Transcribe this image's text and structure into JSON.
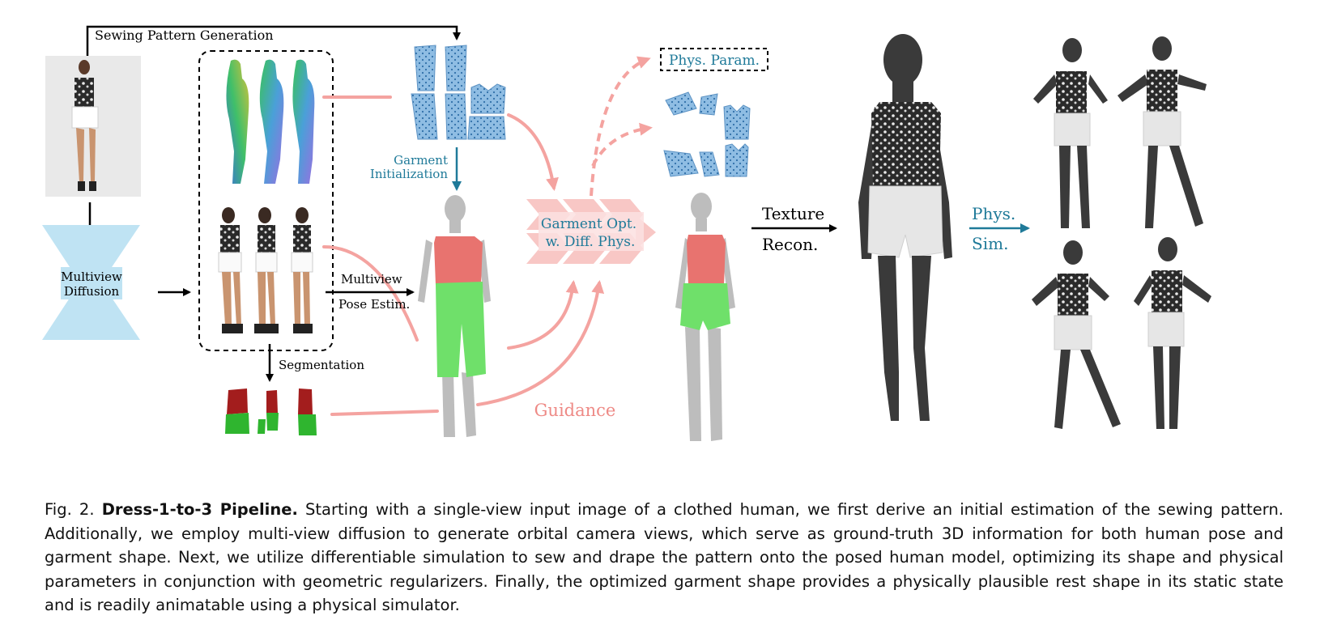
{
  "diagram": {
    "labels": {
      "sewing_pattern_generation": "Sewing Pattern Generation",
      "multiview_diffusion_line1": "Multiview",
      "multiview_diffusion_line2": "Diffusion",
      "garment_init_line1": "Garment",
      "garment_init_line2": "Initialization",
      "multiview_line1": "Multiview",
      "multiview_line2": "Pose Estim.",
      "segmentation": "Segmentation",
      "garment_opt_line1": "Garment Opt.",
      "garment_opt_line2": "w. Diff. Phys.",
      "guidance": "Guidance",
      "phys_param": "Phys. Param.",
      "texture_line1": "Texture",
      "texture_line2": "Recon.",
      "phys_sim_line1": "Phys.",
      "phys_sim_line2": "Sim."
    },
    "colors": {
      "accent_blue": "#1f7a99",
      "guidance_pink": "#f4a3a0",
      "diffusion_blue": "#bfe3f3",
      "pattern_blue": "#7fb1dc",
      "shirt_red": "#e8736f",
      "shorts_green": "#6fe06a",
      "seg_red": "#a31d1d",
      "seg_green": "#2fb52f",
      "body_gray": "#bdbdbd",
      "mannequin_dark": "#3a3a3a"
    }
  },
  "caption": {
    "prefix": "Fig. 2.",
    "title": "Dress-1-to-3 Pipeline.",
    "body": "Starting with a single-view input image of a clothed human, we first derive an initial estimation of the sewing pattern. Additionally, we employ multi-view diffusion to generate orbital camera views, which serve as ground-truth 3D information for both human pose and garment shape. Next, we utilize differentiable simulation to sew and drape the pattern onto the posed human model, optimizing its shape and physical parameters in conjunction with geometric regularizers. Finally, the optimized garment shape provides a physically plausible rest shape in its static state and is readily animatable using a physical simulator."
  }
}
